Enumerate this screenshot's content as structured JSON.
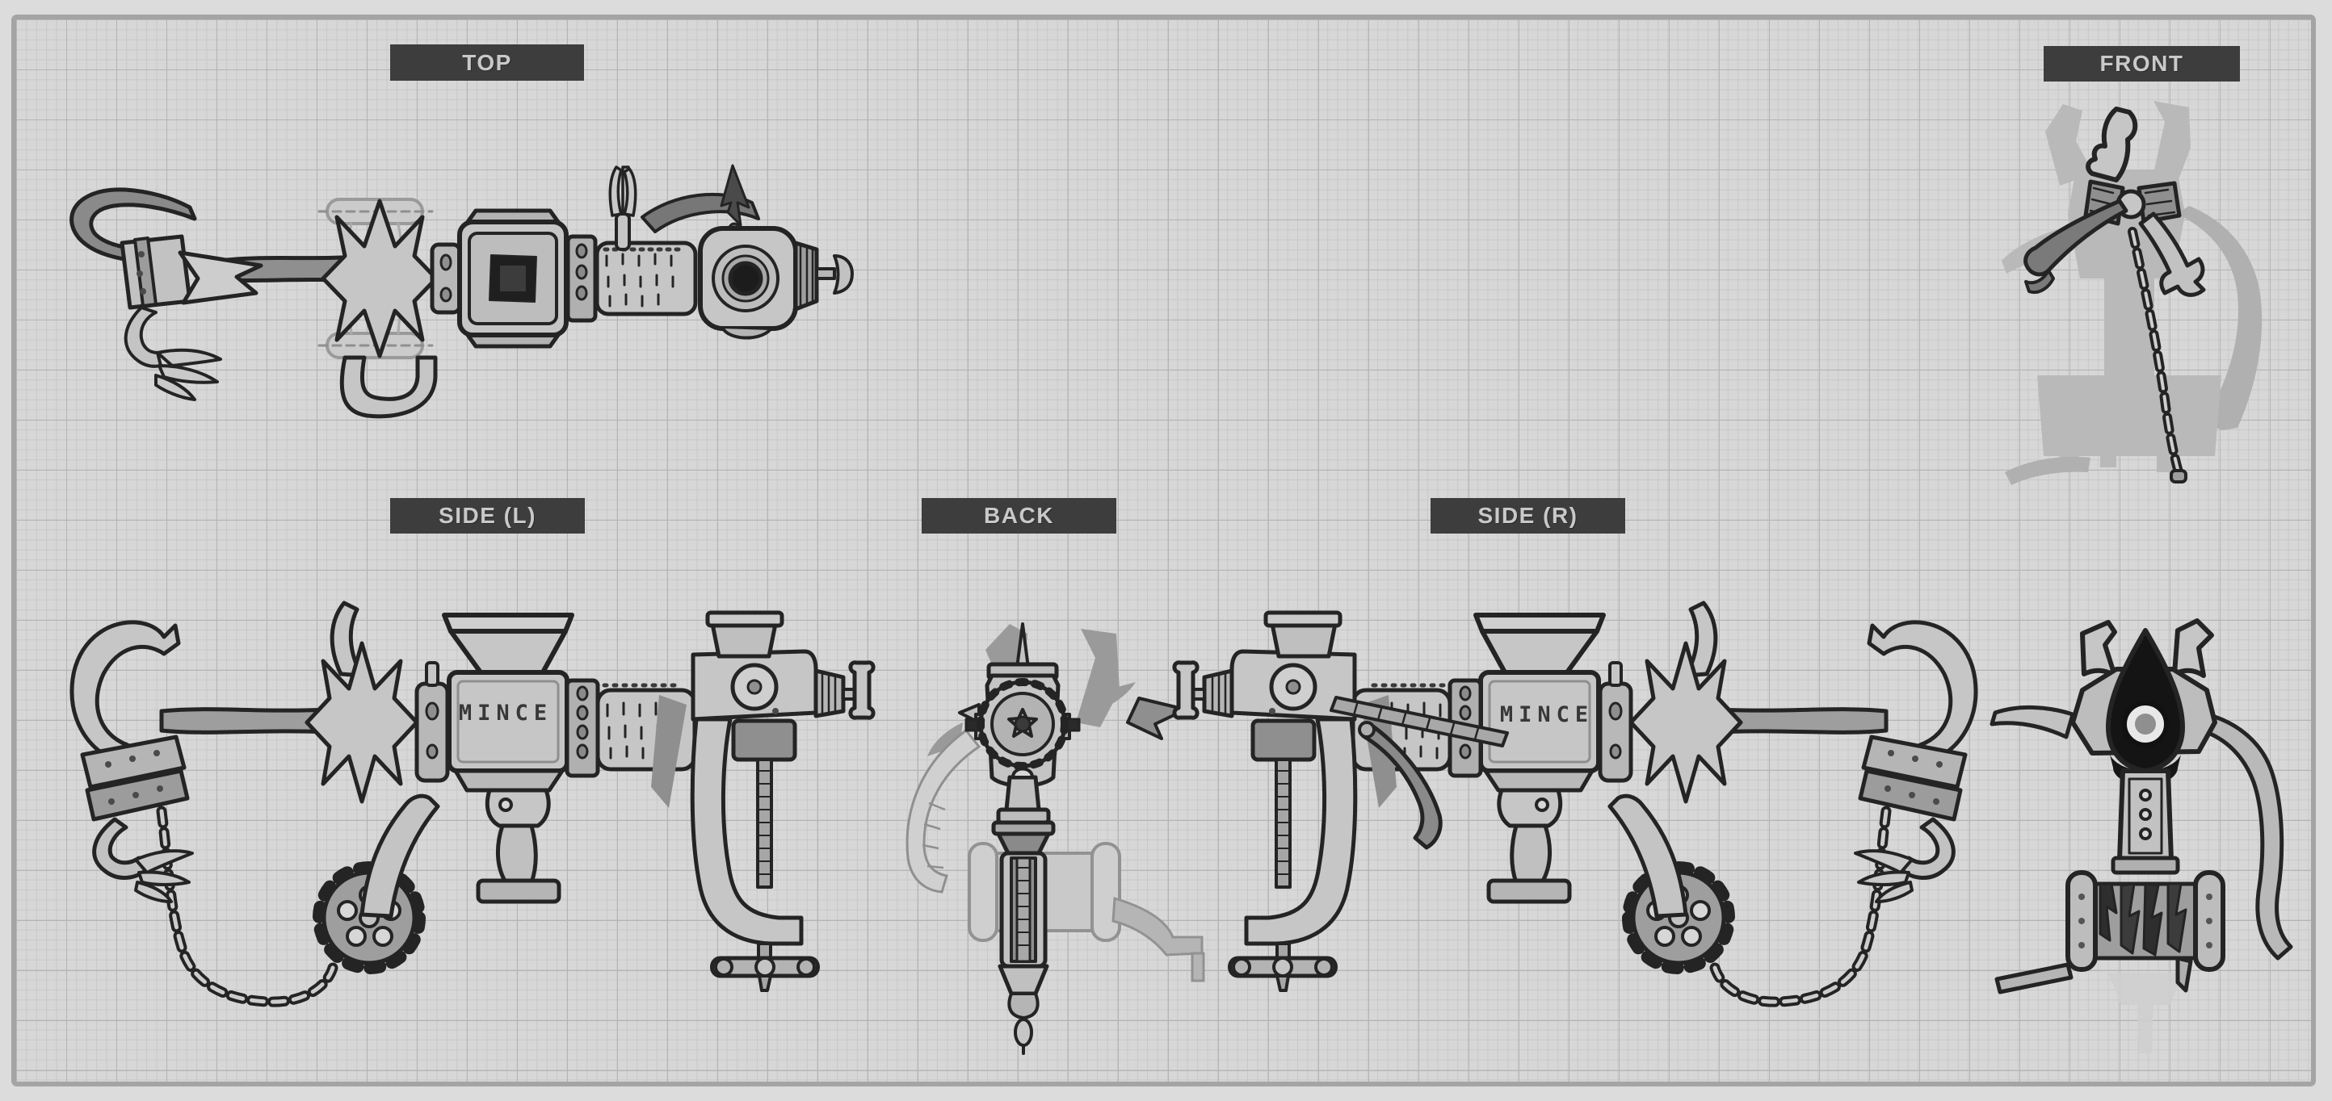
{
  "sheet": {
    "type": "orthographic concept sheet",
    "subject": "antique meat-grinder weapon with hopper funnel, clamp grip, hook, chain and sprocket",
    "views": {
      "top": {
        "label": "TOP"
      },
      "front": {
        "label": "FRONT"
      },
      "side_l": {
        "label": "SIDE (L)",
        "engraving": "MINCE"
      },
      "back": {
        "label": "BACK"
      },
      "side_r": {
        "label": "SIDE (R)",
        "engraving": "MINCE"
      }
    },
    "colors": {
      "paper": "#d7d7d7",
      "page_margin": "#dcdcdc",
      "grid_minor": "#c8c8c8",
      "grid_major": "#b4b4b4",
      "frame": "#a4a4a4",
      "label_bg": "#3d3d3d",
      "label_text": "#c9c9c9",
      "ink": "#242424",
      "metal_light": "#c6c6c6",
      "metal_mid": "#9e9e9e",
      "metal_dark": "#7a7a7a",
      "ghost": "#b9b9b9"
    }
  }
}
